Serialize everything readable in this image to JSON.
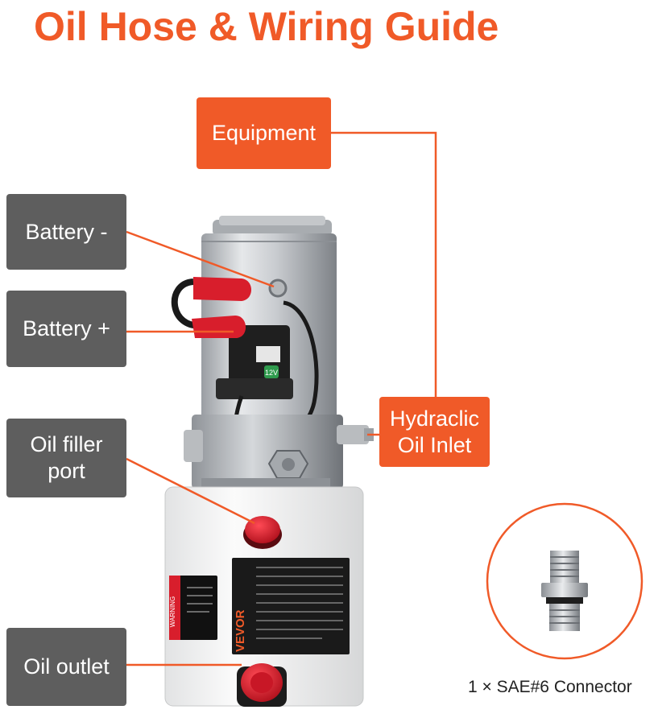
{
  "title": "Oil Hose & Wiring Guide",
  "callouts": {
    "equipment": "Equipment",
    "battery_negative": "Battery -",
    "battery_positive": "Battery +",
    "oil_filler_port_line1": "Oil filler",
    "oil_filler_port_line2": "port",
    "oil_outlet": "Oil outlet",
    "hydraulic_inlet_line1": "Hydraclic",
    "hydraulic_inlet_line2": "Oil Inlet"
  },
  "connector": {
    "label": "1 × SAE#6 Connector",
    "icon": "sae-fitting-icon"
  },
  "product": {
    "brand": "VEVOR",
    "warning_label": "WARNING",
    "voltage": "12V"
  },
  "colors": {
    "accent_orange": "#f05a28",
    "callout_gray": "#5e5e5e",
    "cap_red": "#d81e2c"
  }
}
